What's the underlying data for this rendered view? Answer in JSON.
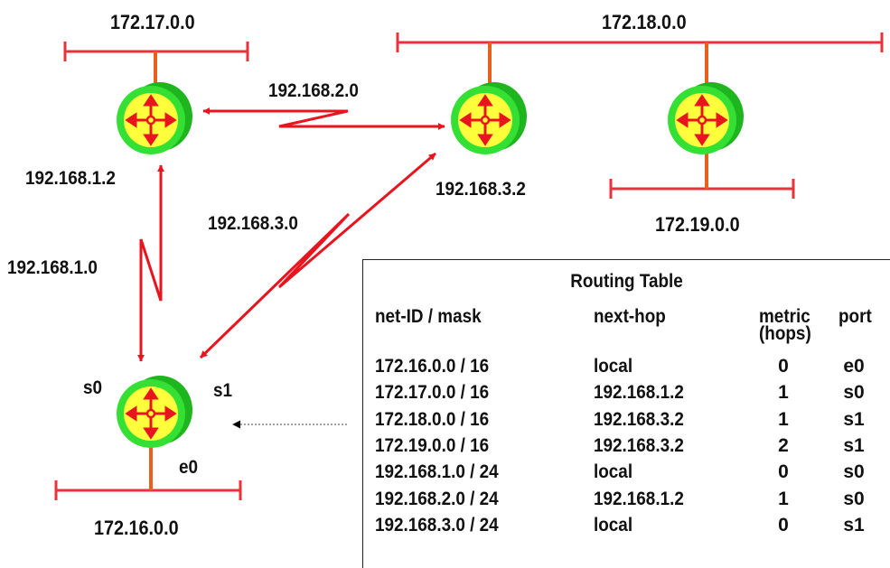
{
  "networks": {
    "n17": "172.17.0.0",
    "n18": "172.18.0.0",
    "n19": "172.19.0.0",
    "n16": "172.16.0.0"
  },
  "links": {
    "l2": "192.168.2.0",
    "l3": "192.168.3.0",
    "l1": "192.168.1.0"
  },
  "router_ips": {
    "r1": "192.168.1.2",
    "r2": "192.168.3.2"
  },
  "ports": {
    "s0": "s0",
    "s1": "s1",
    "e0": "e0"
  },
  "routing_table": {
    "title": "Routing Table",
    "headers": {
      "net": "net-ID / mask",
      "hop": "next-hop",
      "metric_line1": "metric",
      "metric_line2": "(hops)",
      "port": "port"
    },
    "rows": [
      {
        "net": "172.16.0.0   / 16",
        "hop": "local",
        "metric": "0",
        "port": "e0"
      },
      {
        "net": "172.17.0.0   / 16",
        "hop": "192.168.1.2",
        "metric": "1",
        "port": "s0"
      },
      {
        "net": "172.18.0.0   / 16",
        "hop": "192.168.3.2",
        "metric": "1",
        "port": "s1"
      },
      {
        "net": "172.19.0.0   / 16",
        "hop": "192.168.3.2",
        "metric": "2",
        "port": "s1"
      },
      {
        "net": "192.168.1.0 / 24",
        "hop": "local",
        "metric": "0",
        "port": "s0"
      },
      {
        "net": "192.168.2.0 / 24",
        "hop": "192.168.1.2",
        "metric": "1",
        "port": "s0"
      },
      {
        "net": "192.168.3.0 / 24",
        "hop": "local",
        "metric": "0",
        "port": "s1"
      }
    ]
  },
  "colors": {
    "link": "#e8141e",
    "segment": "#e8323c",
    "drop_line": "#e8601e",
    "router_back": "#1fb51f",
    "router_ring": "#34e034",
    "router_face": "#ffff3c",
    "router_arrow": "#e8141e"
  }
}
